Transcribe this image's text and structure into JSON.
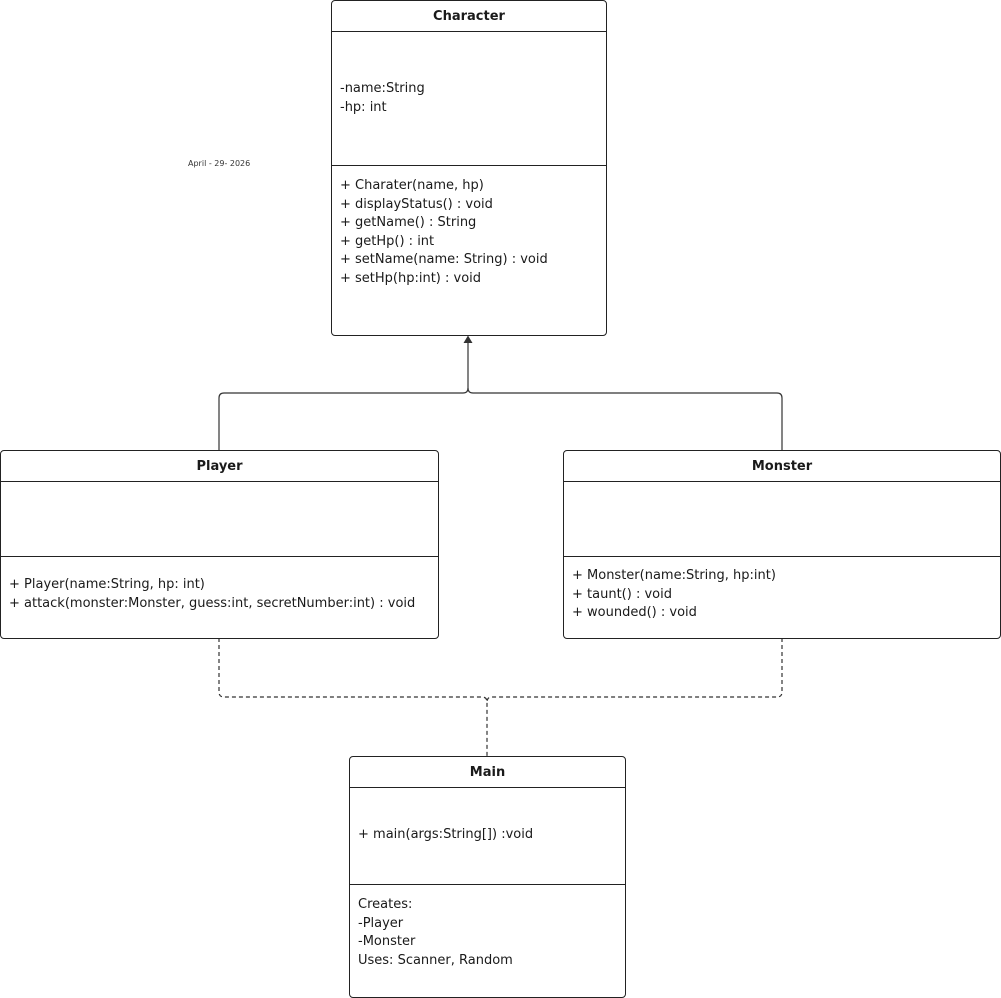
{
  "date_note": "April - 29- 2026",
  "classes": {
    "character": {
      "name": "Character",
      "attributes": [
        "-name:String",
        "-hp: int"
      ],
      "methods": [
        "+ Charater(name, hp)",
        "+ displayStatus() : void",
        "+ getName() : String",
        "+ getHp() : int",
        "+ setName(name: String) : void",
        "+ setHp(hp:int) : void"
      ]
    },
    "player": {
      "name": "Player",
      "attributes": [],
      "methods": [
        "+ Player(name:String, hp: int)",
        "+ attack(monster:Monster, guess:int, secretNumber:int) : void"
      ]
    },
    "monster": {
      "name": "Monster",
      "attributes": [],
      "methods": [
        "+ Monster(name:String, hp:int)",
        "+ taunt() : void",
        "+ wounded() : void"
      ]
    },
    "main": {
      "name": "Main",
      "attributes": [
        "+ main(args:String[]) :void"
      ],
      "methods": [
        "Creates:",
        "-Player",
        "-Monster",
        "Uses: Scanner, Random"
      ]
    }
  },
  "relationships": [
    {
      "from": "Player",
      "to": "Character",
      "type": "inheritance"
    },
    {
      "from": "Monster",
      "to": "Character",
      "type": "inheritance"
    },
    {
      "from": "Player",
      "to": "Main",
      "type": "dependency"
    },
    {
      "from": "Monster",
      "to": "Main",
      "type": "dependency"
    }
  ]
}
